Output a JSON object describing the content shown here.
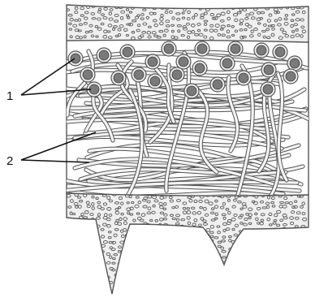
{
  "labels": [
    {
      "id": "1",
      "text": "1"
    },
    {
      "id": "2",
      "text": "2"
    }
  ],
  "colors": {
    "background": "#ffffff",
    "outline": "#555555",
    "tissue_fill": "#efefef",
    "fiber_fill": "#f4f4f4",
    "granule_outer": "#ececec",
    "granule_inner": "#7a7a7a",
    "leader_line": "#111111"
  }
}
